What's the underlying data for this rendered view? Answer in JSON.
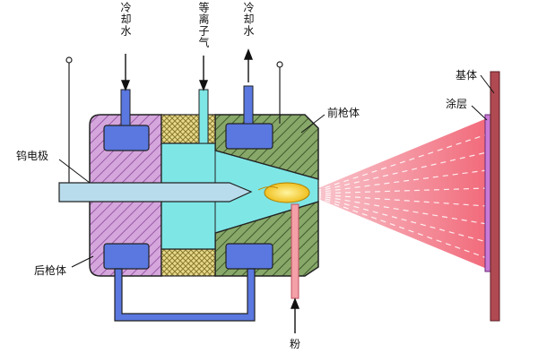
{
  "labels": {
    "cooling_water_left": "冷却水",
    "plasma_gas": "等离子气",
    "cooling_water_right": "冷却水",
    "front_gun_body": "前枪体",
    "tungsten_electrode": "钨电极",
    "rear_gun_body": "后枪体",
    "substrate": "基体",
    "coating": "涂层",
    "powder": "粉"
  },
  "colors": {
    "rear_body": "#d4a6dc",
    "rear_hatch": "#9b5aa8",
    "front_body": "#88a86a",
    "front_hatch": "#3f5a2c",
    "chamber": "#7fe6e6",
    "water_channel": "#5a78e0",
    "insulator": "#e6d98a",
    "electrode": "#b8dcec",
    "flame": "#f5e04a",
    "spray": "#f06a7a",
    "substrate": "#b04a52",
    "coating": "#c87ad6",
    "powder_feed": "#f4a0a8"
  }
}
